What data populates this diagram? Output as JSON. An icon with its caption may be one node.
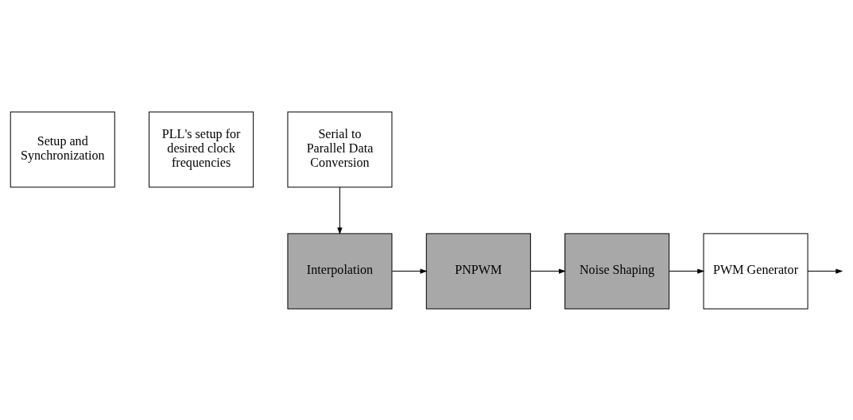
{
  "diagram": {
    "nodes": [
      {
        "text": [
          "Setup and Synchronization"
        ]
      },
      {
        "text": [
          "PLL's setup for desired clock frequencies"
        ]
      },
      {
        "text": [
          "Serial to Parallel Data Conversion"
        ]
      },
      {
        "text": [
          "Interpolation"
        ]
      },
      {
        "text": [
          "PNPWM"
        ]
      },
      {
        "text": [
          "Noise Shaping"
        ]
      },
      {
        "text": [
          "PWM Generator"
        ]
      }
    ],
    "edges": [
      {
        "from": 2,
        "to": 3,
        "arrow": "to"
      },
      {
        "from": 3,
        "to": 4,
        "arrow": "to"
      },
      {
        "from": 4,
        "to": 5,
        "arrow": "to"
      },
      {
        "from": 5,
        "to": 6,
        "arrow": "to"
      },
      {
        "from": 6,
        "to": null,
        "arrow": "to"
      }
    ]
  }
}
